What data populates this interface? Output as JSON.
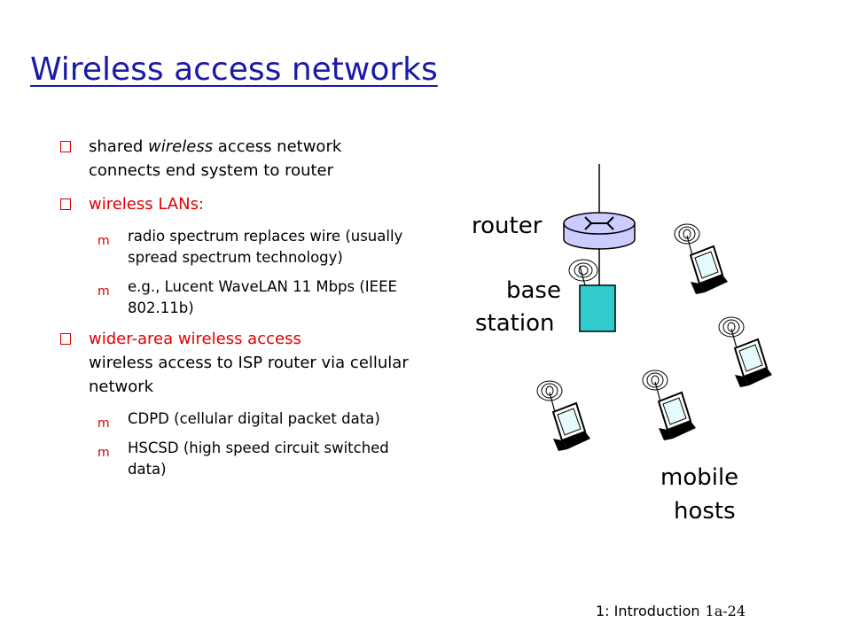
{
  "slide": {
    "title": "Wireless access networks",
    "bullets": {
      "b1_pre": "shared ",
      "b1_em": "wireless",
      "b1_post": " access network connects end system to router",
      "b2": "wireless LANs:",
      "b2_s1": "radio spectrum replaces wire (usually spread spectrum technology)",
      "b2_s2": "e.g., Lucent WaveLAN 11 Mbps (IEEE 802.11b)",
      "b3_red": "wider-area wireless access",
      "b3_rest": "wireless access to ISP router via cellular network",
      "b3_s1": "CDPD (cellular digital packet data)",
      "b3_s2": "HSCSD (high speed circuit switched data)"
    },
    "diagram": {
      "router_label": "router",
      "base_label_1": "base",
      "base_label_2": "station",
      "mobile_label_1": "mobile",
      "mobile_label_2": "hosts"
    },
    "footer": {
      "chapter": "1: Introduction",
      "page": "1a-24"
    },
    "colors": {
      "title": "#1a1aa6",
      "accent_red": "#e00000",
      "base_station": "#33cccc",
      "router": "#ccccff"
    }
  }
}
